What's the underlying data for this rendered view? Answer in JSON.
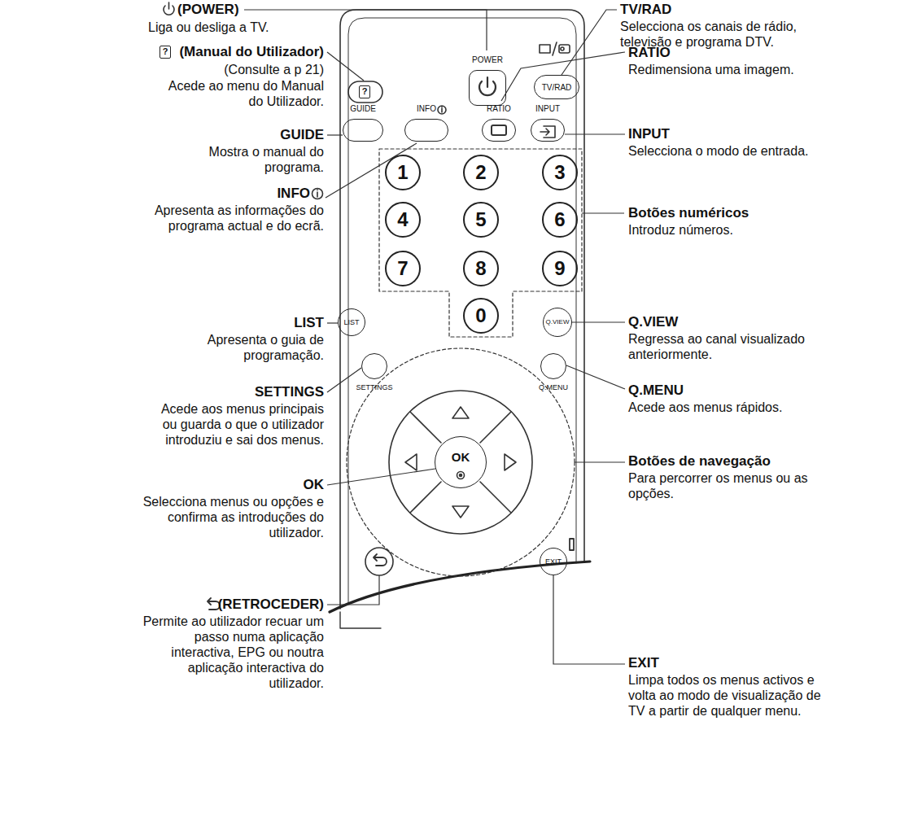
{
  "diagram": {
    "nodes": [
      {
        "text": [
          "POWER"
        ]
      },
      {
        "text": [
          "TV/RAD"
        ]
      },
      {
        "text": [
          "GUIDE"
        ]
      },
      {
        "text": [
          "INFO"
        ]
      },
      {
        "text": [
          "RATIO"
        ]
      },
      {
        "text": [
          "INPUT"
        ]
      },
      {
        "text": [
          "1"
        ]
      },
      {
        "text": [
          "2"
        ]
      },
      {
        "text": [
          "3"
        ]
      },
      {
        "text": [
          "4"
        ]
      },
      {
        "text": [
          "5"
        ]
      },
      {
        "text": [
          "6"
        ]
      },
      {
        "text": [
          "7"
        ]
      },
      {
        "text": [
          "8"
        ]
      },
      {
        "text": [
          "9"
        ]
      },
      {
        "text": [
          "LIST"
        ]
      },
      {
        "text": [
          "0"
        ]
      },
      {
        "text": [
          "Q.VIEW"
        ]
      },
      {
        "text": [
          "SETTINGS"
        ]
      },
      {
        "text": [
          "Q.MENU"
        ]
      },
      {
        "text": [
          "OK"
        ]
      },
      {
        "text": [
          "EXIT"
        ]
      }
    ],
    "labels": [
      "(POWER)",
      "Liga ou desliga a TV.",
      "(Manual do Utilizador)",
      "(Consulte a p 21)",
      "Acede ao menu do Manual do Utilizador.",
      "GUIDE",
      "Mostra o manual do programa.",
      "INFO",
      "Apresenta as informações do programa actual e do ecrã.",
      "LIST",
      "Apresenta o guia de programação.",
      "SETTINGS",
      "Acede aos menus principais ou guarda o que o utilizador introduziu e sai dos menus.",
      "OK",
      "Selecciona menus ou opções e confirma as introduções do utilizador.",
      "(RETROCEDER)",
      "Permite ao utilizador recuar um passo numa aplicação interactiva, EPG ou noutra aplicação interactiva do utilizador.",
      "TV/RAD",
      "Selecciona os canais de rádio, televisão e programa DTV.",
      "RATIO",
      "Redimensiona uma imagem.",
      "INPUT",
      "Selecciona o modo de entrada.",
      "Botões numéricos",
      "Introduz números.",
      "Q.VIEW",
      "Regressa ao canal visualizado anteriormente.",
      "Q.MENU",
      "Acede aos menus rápidos.",
      "Botões de navegação",
      "Para percorrer os menus ou as opções.",
      "EXIT",
      "Limpa todos os menus activos e volta ao modo de visualização de TV a partir de qualquer menu.",
      "?",
      "?"
    ]
  }
}
